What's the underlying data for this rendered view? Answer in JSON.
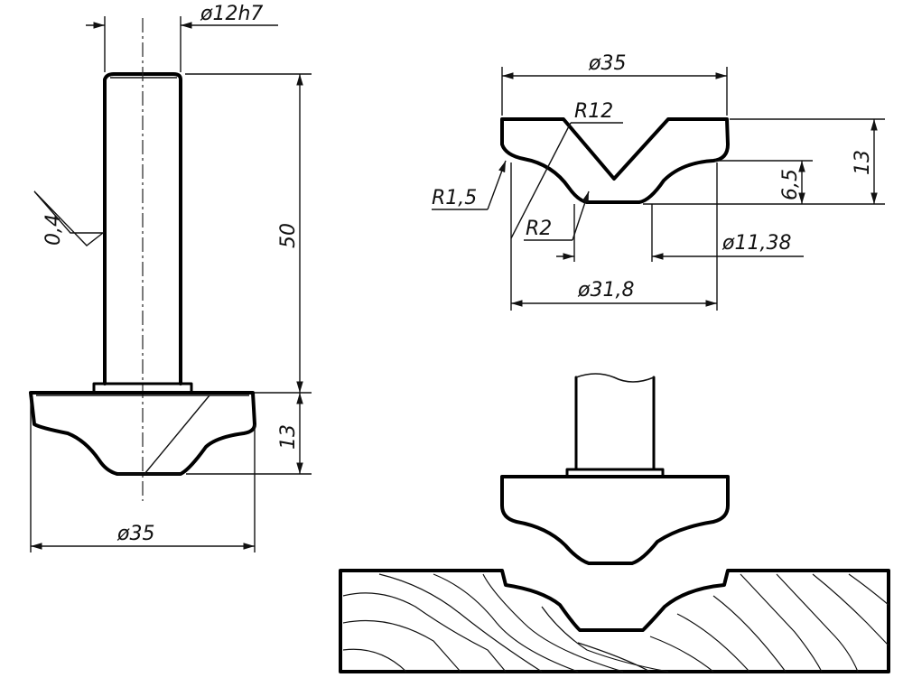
{
  "labels": {
    "shank_dia": "ø12h7",
    "length": "50",
    "roughness": "0,4",
    "head_height_left": "13",
    "head_dia_left": "ø35",
    "top_dia": "ø35",
    "radius_r12": "R12",
    "radius_r15": "R1,5",
    "radius_r2": "R2",
    "height_65": "6,5",
    "height_13": "13",
    "dia_1138": "ø11,38",
    "dia_318": "ø31,8"
  }
}
